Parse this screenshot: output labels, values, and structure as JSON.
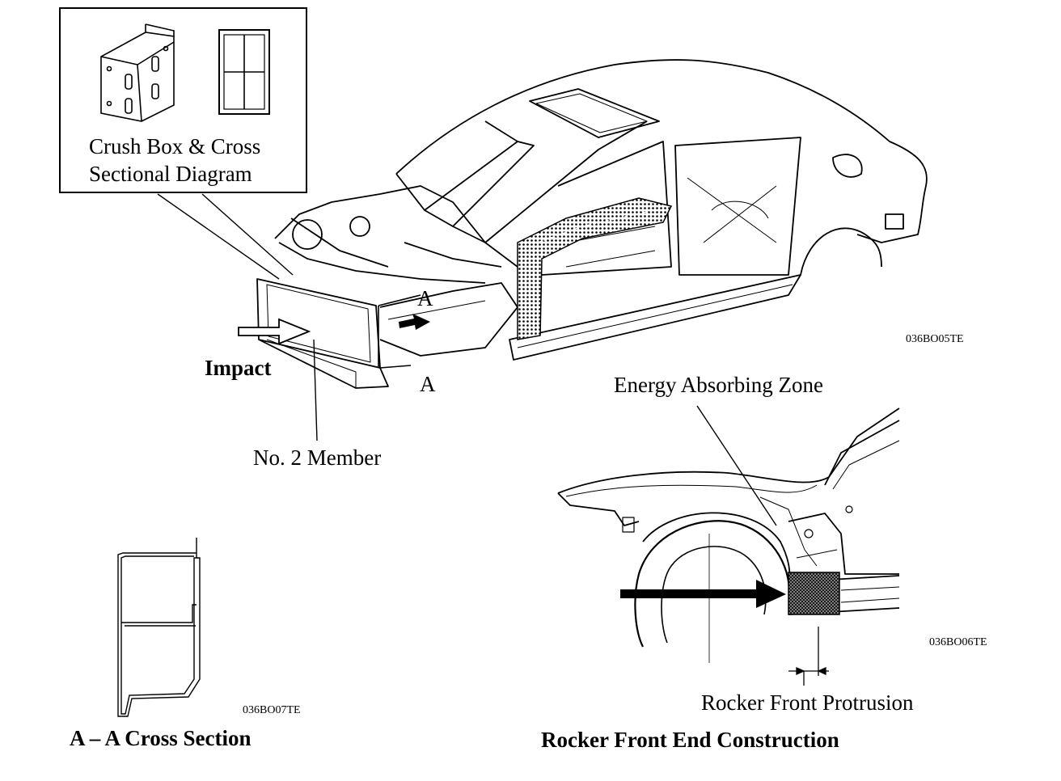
{
  "inset": {
    "caption_line1": "Crush Box & Cross",
    "caption_line2": "Sectional Diagram"
  },
  "labels": {
    "impact": "Impact",
    "section_marker_top": "A",
    "section_marker_bottom": "A",
    "no2_member": "No. 2 Member",
    "energy_absorbing_zone": "Energy Absorbing Zone",
    "rocker_front_protrusion": "Rocker Front Protrusion"
  },
  "figure_codes": {
    "body": "036BO05TE",
    "rocker": "036BO06TE",
    "section": "036BO07TE"
  },
  "titles": {
    "cross_section": "A – A Cross Section",
    "rocker_construction": "Rocker Front End Construction"
  },
  "colors": {
    "ink": "#000000",
    "paper": "#ffffff",
    "hatch": "#555555"
  }
}
